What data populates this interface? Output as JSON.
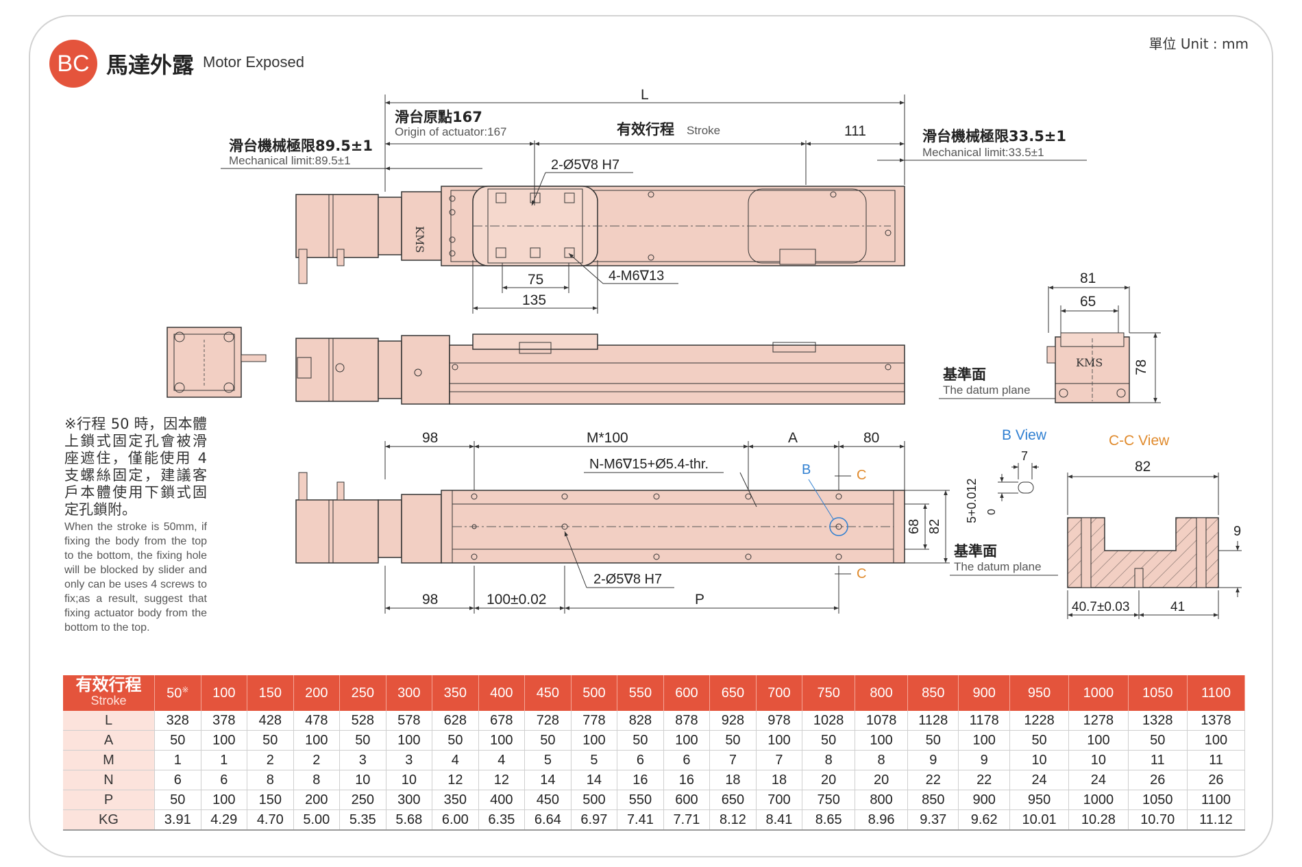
{
  "header": {
    "badge": "BC",
    "title_zh": "馬達外露",
    "title_en": "Motor Exposed",
    "unit": "單位 Unit : mm"
  },
  "colors": {
    "accent": "#e4543c",
    "body_fill": "#f2cfc3",
    "line": "#333333",
    "blue_label": "#2f7fd1",
    "orange_label": "#e08a2c"
  },
  "top_view": {
    "dim_L": "L",
    "origin_zh": "滑台原點167",
    "origin_en": "Origin of actuator:167",
    "stroke_zh": "有效行程",
    "stroke_en": "Stroke",
    "dim_111": "111",
    "mech_left_zh": "滑台機械極限89.5±1",
    "mech_left_en": "Mechanical limit:89.5±1",
    "mech_right_zh": "滑台機械極限33.5±1",
    "mech_right_en": "Mechanical limit:33.5±1",
    "hole_label": "2-Ø5∇8 H7",
    "tap_label": "4-M6∇13",
    "dim_75": "75",
    "dim_135": "135",
    "logo": "KMS"
  },
  "end_view": {
    "dim_81": "81",
    "dim_65": "65",
    "dim_78": "78",
    "datum_zh": "基準面",
    "datum_en": "The datum plane",
    "logo": "KMS"
  },
  "bottom_view": {
    "dim_98_top": "98",
    "dim_M100": "M*100",
    "dim_A": "A",
    "dim_80": "80",
    "tap_label": "N-M6∇15+Ø5.4-thr.",
    "label_B": "B",
    "label_C_top": "C",
    "label_C_bottom": "C",
    "dim_68": "68",
    "dim_82": "82",
    "hole_label": "2-Ø5∇8 H7",
    "dim_98_bottom": "98",
    "dim_100": "100±0.02",
    "dim_P": "P"
  },
  "b_view": {
    "title": "B View",
    "dim_7": "7",
    "dim_tol": "5+0.012",
    "dim_0": "0",
    "datum_zh": "基準面",
    "datum_en": "The datum plane"
  },
  "cc_view": {
    "title": "C-C View",
    "dim_82": "82",
    "dim_9": "9",
    "dim_40_7": "40.7±0.03",
    "dim_41": "41"
  },
  "note": {
    "zh": "※行程 50 時，因本體上鎖式固定孔會被滑座遮住，僅能使用 4 支螺絲固定，建議客戶本體使用下鎖式固定孔鎖附。",
    "en": "When the stroke is 50mm, if fixing the body from the top to the bottom, the fixing hole will be blocked by slider and only can be uses 4 screws to fix;as a result, suggest that fixing actuator body from the bottom to the top."
  },
  "table": {
    "header_zh": "有效行程",
    "header_en": "Stroke",
    "first_mark": "※",
    "strokes": [
      "50",
      "100",
      "150",
      "200",
      "250",
      "300",
      "350",
      "400",
      "450",
      "500",
      "550",
      "600",
      "650",
      "700",
      "750",
      "800",
      "850",
      "900",
      "950",
      "1000",
      "1050",
      "1100"
    ],
    "rows": [
      {
        "label": "L",
        "values": [
          "328",
          "378",
          "428",
          "478",
          "528",
          "578",
          "628",
          "678",
          "728",
          "778",
          "828",
          "878",
          "928",
          "978",
          "1028",
          "1078",
          "1128",
          "1178",
          "1228",
          "1278",
          "1328",
          "1378"
        ]
      },
      {
        "label": "A",
        "values": [
          "50",
          "100",
          "50",
          "100",
          "50",
          "100",
          "50",
          "100",
          "50",
          "100",
          "50",
          "100",
          "50",
          "100",
          "50",
          "100",
          "50",
          "100",
          "50",
          "100",
          "50",
          "100"
        ]
      },
      {
        "label": "M",
        "values": [
          "1",
          "1",
          "2",
          "2",
          "3",
          "3",
          "4",
          "4",
          "5",
          "5",
          "6",
          "6",
          "7",
          "7",
          "8",
          "8",
          "9",
          "9",
          "10",
          "10",
          "11",
          "11"
        ]
      },
      {
        "label": "N",
        "values": [
          "6",
          "6",
          "8",
          "8",
          "10",
          "10",
          "12",
          "12",
          "14",
          "14",
          "16",
          "16",
          "18",
          "18",
          "20",
          "20",
          "22",
          "22",
          "24",
          "24",
          "26",
          "26"
        ]
      },
      {
        "label": "P",
        "values": [
          "50",
          "100",
          "150",
          "200",
          "250",
          "300",
          "350",
          "400",
          "450",
          "500",
          "550",
          "600",
          "650",
          "700",
          "750",
          "800",
          "850",
          "900",
          "950",
          "1000",
          "1050",
          "1100"
        ]
      },
      {
        "label": "KG",
        "values": [
          "3.91",
          "4.29",
          "4.70",
          "5.00",
          "5.35",
          "5.68",
          "6.00",
          "6.35",
          "6.64",
          "6.97",
          "7.41",
          "7.71",
          "8.12",
          "8.41",
          "8.65",
          "8.96",
          "9.37",
          "9.62",
          "10.01",
          "10.28",
          "10.70",
          "11.12"
        ]
      }
    ]
  }
}
